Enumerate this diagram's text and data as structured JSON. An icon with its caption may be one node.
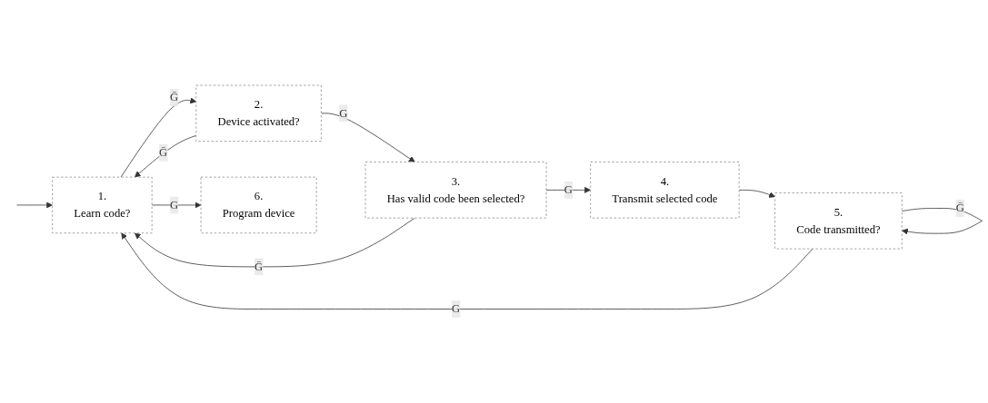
{
  "diagram": {
    "nodes": [
      {
        "text": [
          "1.",
          "Learn code?"
        ]
      },
      {
        "text": [
          "2.",
          "Device activated?"
        ]
      },
      {
        "text": [
          "3.",
          "Has valid code been selected?"
        ]
      },
      {
        "text": [
          "4.",
          "Transmit selected code"
        ]
      },
      {
        "text": [
          "5.",
          "Code transmitted?"
        ]
      },
      {
        "text": [
          "6.",
          "Program device"
        ]
      }
    ],
    "edges": [
      {
        "from": null,
        "to": 0,
        "arrow": "to"
      },
      {
        "from": 0,
        "to": 1,
        "arrow": "to",
        "label": "Ḡ"
      },
      {
        "from": 0,
        "to": 5,
        "arrow": "to",
        "label": "G"
      },
      {
        "from": 1,
        "to": 2,
        "arrow": "to",
        "label": "G"
      },
      {
        "from": 1,
        "to": 0,
        "arrow": "to",
        "label": "Ḡ"
      },
      {
        "from": 2,
        "to": 3,
        "arrow": "to",
        "label": "G"
      },
      {
        "from": 2,
        "to": 0,
        "arrow": "to",
        "label": "Ḡ"
      },
      {
        "from": 3,
        "to": 4,
        "arrow": "to"
      },
      {
        "from": 4,
        "to": 0,
        "arrow": "to",
        "label": "G"
      },
      {
        "from": 4,
        "to": 4,
        "arrow": "to",
        "label": "Ḡ"
      }
    ]
  }
}
